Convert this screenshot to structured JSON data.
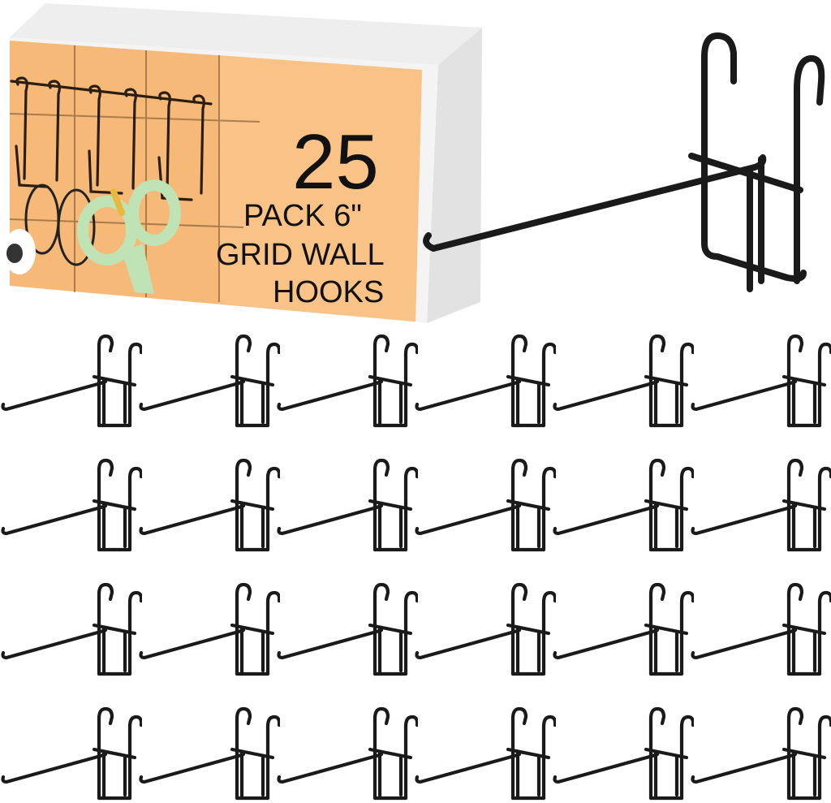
{
  "product_box": {
    "count": "25",
    "line1": "PACK  6\"",
    "line2": "GRID WALL",
    "line3": "HOOKS"
  },
  "colors": {
    "background": "#ffffff",
    "box_white": "#f4f4f4",
    "box_side": "#e6e6e6",
    "box_panel": "#f6b978",
    "box_panel_light": "#f9cc94",
    "wire": "#1a1a1a",
    "scissors": "#bfe3b4",
    "text": "#111111"
  },
  "hooks": {
    "featured": {
      "icon": "grid-wall-hook-icon"
    },
    "grid": {
      "rows": 4,
      "columns": 6,
      "icon": "grid-wall-hook-icon"
    }
  }
}
